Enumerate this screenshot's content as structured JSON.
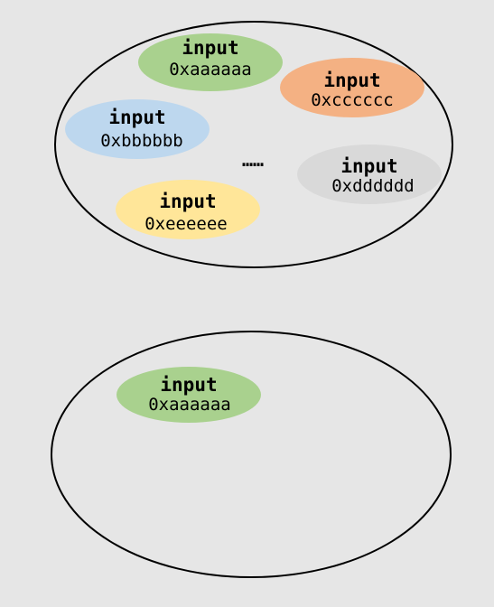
{
  "colors": {
    "background": "#e6e6e6",
    "green": "#a9d18e",
    "orange": "#f4b183",
    "blue": "#bdd7ee",
    "gray": "#d9d9d9",
    "yellow": "#ffe699",
    "outline": "#000000"
  },
  "top_set": {
    "ellipsis": "……",
    "nodes": [
      {
        "label": "input",
        "address": "0xaaaaaa",
        "color": "green"
      },
      {
        "label": "input",
        "address": "0xcccccc",
        "color": "orange"
      },
      {
        "label": "input",
        "address": "0xbbbbbb",
        "color": "blue"
      },
      {
        "label": "input",
        "address": "0xdddddd",
        "color": "gray"
      },
      {
        "label": "input",
        "address": "0xeeeeee",
        "color": "yellow"
      }
    ]
  },
  "bottom_set": {
    "nodes": [
      {
        "label": "input",
        "address": "0xaaaaaa",
        "color": "green"
      }
    ]
  }
}
